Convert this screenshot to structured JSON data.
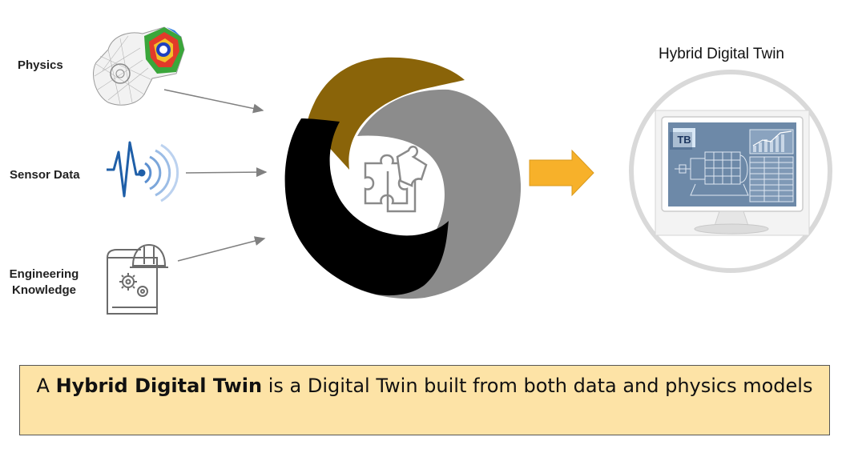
{
  "inputs": {
    "physics_label": "Physics",
    "sensor_label": "Sensor Data",
    "engineering_label": "Engineering Knowledge"
  },
  "output": {
    "title": "Hybrid Digital Twin",
    "monitor_badge": "TB"
  },
  "caption": {
    "prefix": "A",
    "bold": "Hybrid Digital Twin",
    "rest": "is a Digital Twin built from both data and physics models"
  },
  "colors": {
    "swirl_gold": "#8a6409",
    "swirl_black": "#000000",
    "swirl_gray": "#8c8c8c",
    "arrow_orange": "#f7b12a",
    "caption_bg": "#fde3a6",
    "screen_blue": "#6d89a8"
  }
}
